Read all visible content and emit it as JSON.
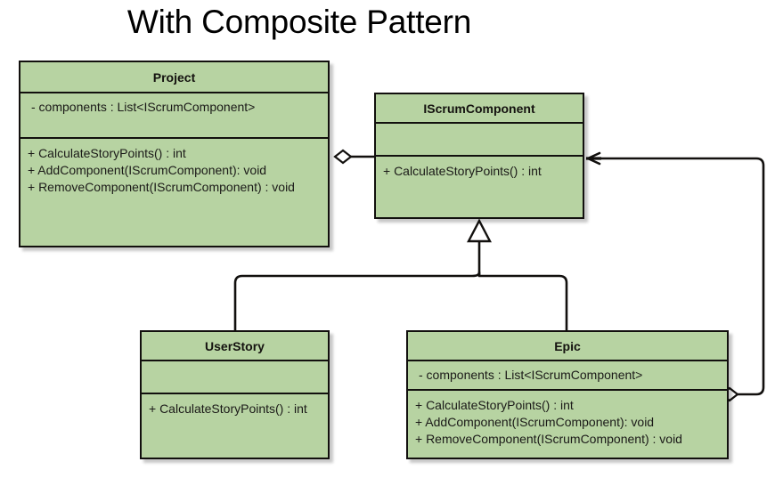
{
  "diagram": {
    "title": "With Composite Pattern",
    "type": "uml-class-diagram",
    "colors": {
      "class_fill": "#b7d3a2",
      "class_border": "#12100e",
      "background": "#ffffff",
      "text": "#1b1a18",
      "shadow": "rgba(0,0,0,0.22)"
    }
  },
  "classes": {
    "project": {
      "name": "Project",
      "attributes": [
        "- components : List<IScrumComponent>"
      ],
      "operations": [
        "+ CalculateStoryPoints() : int",
        "+ AddComponent(IScrumComponent): void",
        "+ RemoveComponent(IScrumComponent) : void"
      ]
    },
    "iscrumcomponent": {
      "name": "IScrumComponent",
      "attributes": [],
      "operations": [
        "+ CalculateStoryPoints() : int"
      ]
    },
    "userstory": {
      "name": "UserStory",
      "attributes": [],
      "operations": [
        "+ CalculateStoryPoints() : int"
      ]
    },
    "epic": {
      "name": "Epic",
      "attributes": [
        "- components : List<IScrumComponent>"
      ],
      "operations": [
        "+ CalculateStoryPoints() : int",
        "+ AddComponent(IScrumComponent): void",
        "+ RemoveComponent(IScrumComponent) : void"
      ]
    }
  },
  "relationships": [
    {
      "id": "project-aggregates-iscrumcomponent",
      "type": "aggregation",
      "source": "Project",
      "target": "IScrumComponent",
      "source_decoration": "hollow-diamond",
      "target_decoration": "open-arrow"
    },
    {
      "id": "userstory-inherits-iscrumcomponent",
      "type": "generalization",
      "source": "UserStory",
      "target": "IScrumComponent",
      "target_decoration": "hollow-triangle"
    },
    {
      "id": "epic-inherits-iscrumcomponent",
      "type": "generalization",
      "source": "Epic",
      "target": "IScrumComponent",
      "target_decoration": "hollow-triangle"
    },
    {
      "id": "epic-aggregates-iscrumcomponent",
      "type": "aggregation",
      "source": "Epic",
      "target": "IScrumComponent",
      "source_decoration": "hollow-diamond",
      "target_decoration": "open-arrow"
    }
  ]
}
